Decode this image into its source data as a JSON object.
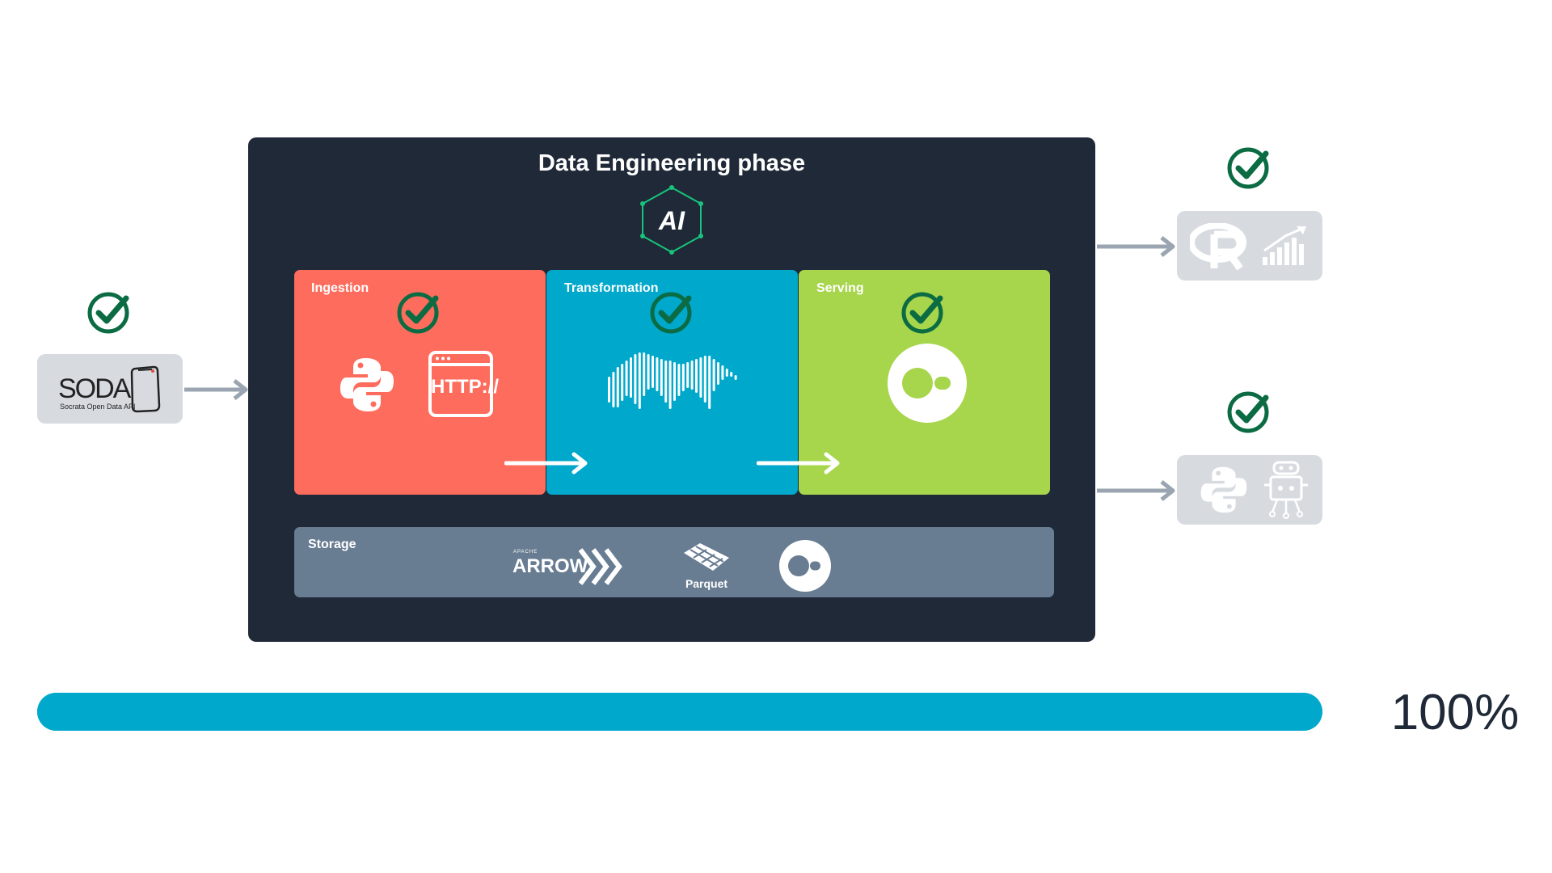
{
  "panel": {
    "title": "Data Engineering phase",
    "logo_text": "AI"
  },
  "stages": [
    {
      "label": "Ingestion",
      "color": "#fe6c5d",
      "icons": [
        "python-icon",
        "http-icon"
      ]
    },
    {
      "label": "Transformation",
      "color": "#00a8cc",
      "icons": [
        "polars-bear-icon"
      ]
    },
    {
      "label": "Serving",
      "color": "#a7d54b",
      "icons": [
        "duckdb-icon"
      ]
    }
  ],
  "http_text": "HTTP://",
  "storage": {
    "label": "Storage",
    "arrow_small": "APACHE",
    "arrow_text": "ARROW",
    "parquet_text": "Parquet"
  },
  "source": {
    "name": "SODA",
    "subtitle": "Socrata Open Data API"
  },
  "outputs": [
    {
      "icons": [
        "r-logo-icon",
        "bar-chart-icon"
      ]
    },
    {
      "icons": [
        "python-icon",
        "robot-icon"
      ]
    }
  ],
  "check_color": "#0b7a4b",
  "progress": {
    "value": 1.0,
    "text": "100%"
  }
}
